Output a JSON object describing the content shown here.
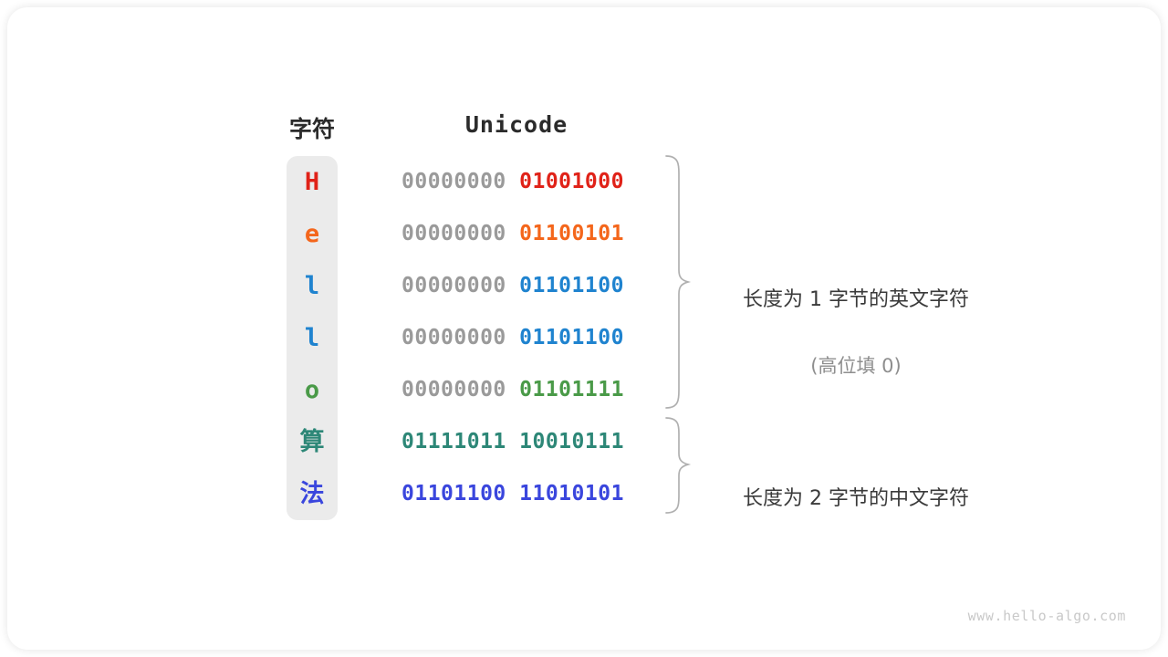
{
  "figure": {
    "watermark": "www.hello-algo.com",
    "background_color": "#ffffff",
    "card_color": "#ffffff",
    "strip_color": "#ebebeb",
    "high_bits_color": "#9a9a9a",
    "brace_color": "#b0b0b0"
  },
  "headers": {
    "char_column": "字符",
    "unicode_column": "Unicode"
  },
  "rows": [
    {
      "char": "H",
      "char_color": "#e02218",
      "high_byte": "00000000",
      "low_byte": "01001000",
      "low_byte_color": "#e02218",
      "is_cjk": false
    },
    {
      "char": "e",
      "char_color": "#f4661b",
      "high_byte": "00000000",
      "low_byte": "01100101",
      "low_byte_color": "#f4661b",
      "is_cjk": false
    },
    {
      "char": "l",
      "char_color": "#1f83cf",
      "high_byte": "00000000",
      "low_byte": "01101100",
      "low_byte_color": "#1f83cf",
      "is_cjk": false
    },
    {
      "char": "l",
      "char_color": "#1f83cf",
      "high_byte": "00000000",
      "low_byte": "01101100",
      "low_byte_color": "#1f83cf",
      "is_cjk": false
    },
    {
      "char": "o",
      "char_color": "#4a9a48",
      "high_byte": "00000000",
      "low_byte": "01101111",
      "low_byte_color": "#4a9a48",
      "is_cjk": false
    },
    {
      "char": "算",
      "char_color": "#2d8777",
      "high_byte": "01111011",
      "low_byte": "10010111",
      "low_byte_color": "#2d8777",
      "high_byte_color": "#2d8777",
      "is_cjk": true
    },
    {
      "char": "法",
      "char_color": "#3a46dd",
      "high_byte": "01101100",
      "low_byte": "11010101",
      "low_byte_color": "#3a46dd",
      "high_byte_color": "#3a46dd",
      "is_cjk": true
    }
  ],
  "annotations": [
    {
      "id": "ascii",
      "line1": "长度为 1 字节的英文字符",
      "line2": "(高位填 0)",
      "spans_rows": [
        0,
        4
      ]
    },
    {
      "id": "cjk",
      "line1": "长度为 2 字节的中文字符",
      "line2": "",
      "spans_rows": [
        5,
        6
      ]
    }
  ]
}
